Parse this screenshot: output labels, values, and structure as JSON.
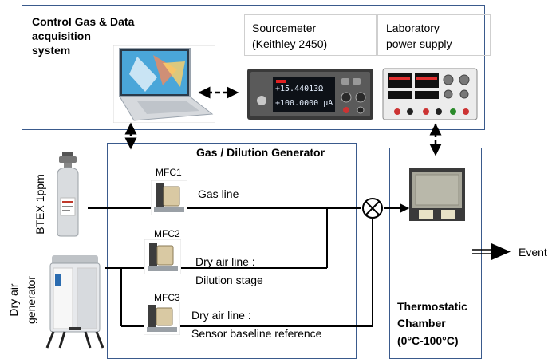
{
  "control_system": {
    "title": "Control Gas  & Data acquisition system",
    "title_lines": [
      "Control Gas  & Data",
      "acquisition",
      "system"
    ]
  },
  "sourcemeter": {
    "lines": [
      "Sourcemeter",
      "(Keithley 2450)"
    ],
    "display_top": "+15.44013Ω",
    "display_bottom": "+100.0000 μA"
  },
  "power_supply": {
    "lines": [
      "Laboratory",
      "power supply"
    ]
  },
  "generator": {
    "title": "Gas / Dilution Generator"
  },
  "mfc": {
    "labels": [
      "MFC1",
      "MFC2",
      "MFC3"
    ]
  },
  "lines": {
    "gas_line": "Gas line",
    "dry_air_dilution": [
      "Dry air line :",
      "Dilution stage"
    ],
    "dry_air_baseline": [
      "Dry air line :",
      "Sensor baseline reference"
    ]
  },
  "btex": {
    "label": "BTEX  1ppm"
  },
  "dry_air_generator": {
    "lines": [
      "Dry air",
      "generator"
    ]
  },
  "chamber": {
    "lines": [
      "Thermostatic",
      "Chamber",
      "(0°C-100°C)"
    ]
  },
  "output": {
    "label": "Event"
  }
}
